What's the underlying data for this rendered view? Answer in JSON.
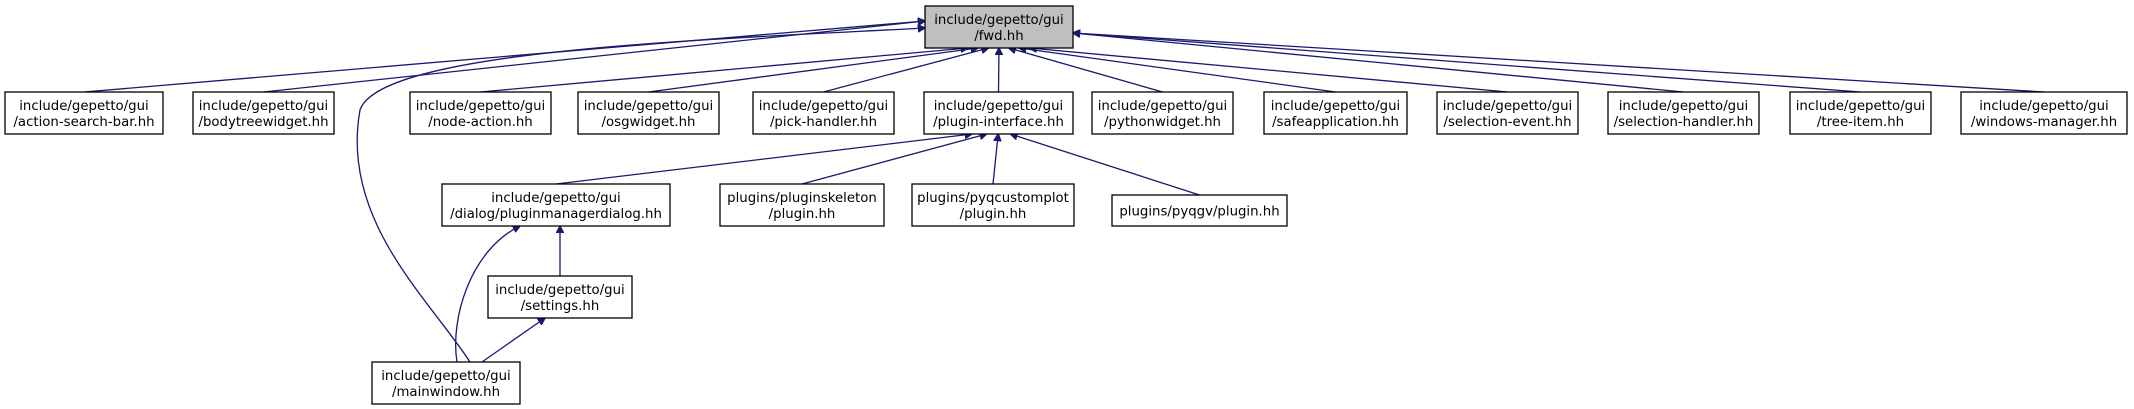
{
  "graph": {
    "type": "include-dependency-graph",
    "colors": {
      "root_fill": "#bfbfbf",
      "node_fill": "#ffffff",
      "node_stroke": "#000000",
      "edge": "#191970"
    },
    "nodes": [
      {
        "id": "fwd",
        "lines": [
          "include/gepetto/gui",
          "/fwd.hh"
        ],
        "root": true
      },
      {
        "id": "action",
        "lines": [
          "include/gepetto/gui",
          "/action-search-bar.hh"
        ]
      },
      {
        "id": "bodytree",
        "lines": [
          "include/gepetto/gui",
          "/bodytreewidget.hh"
        ]
      },
      {
        "id": "nodeaction",
        "lines": [
          "include/gepetto/gui",
          "/node-action.hh"
        ]
      },
      {
        "id": "osg",
        "lines": [
          "include/gepetto/gui",
          "/osgwidget.hh"
        ]
      },
      {
        "id": "pick",
        "lines": [
          "include/gepetto/gui",
          "/pick-handler.hh"
        ]
      },
      {
        "id": "plugin",
        "lines": [
          "include/gepetto/gui",
          "/plugin-interface.hh"
        ]
      },
      {
        "id": "python",
        "lines": [
          "include/gepetto/gui",
          "/pythonwidget.hh"
        ]
      },
      {
        "id": "safe",
        "lines": [
          "include/gepetto/gui",
          "/safeapplication.hh"
        ]
      },
      {
        "id": "selevent",
        "lines": [
          "include/gepetto/gui",
          "/selection-event.hh"
        ]
      },
      {
        "id": "selhandler",
        "lines": [
          "include/gepetto/gui",
          "/selection-handler.hh"
        ]
      },
      {
        "id": "tree",
        "lines": [
          "include/gepetto/gui",
          "/tree-item.hh"
        ]
      },
      {
        "id": "winmgr",
        "lines": [
          "include/gepetto/gui",
          "/windows-manager.hh"
        ]
      },
      {
        "id": "pmdialog",
        "lines": [
          "include/gepetto/gui",
          "/dialog/pluginmanagerdialog.hh"
        ]
      },
      {
        "id": "skel",
        "lines": [
          "plugins/pluginskeleton",
          "/plugin.hh"
        ]
      },
      {
        "id": "pyqcp",
        "lines": [
          "plugins/pyqcustomplot",
          "/plugin.hh"
        ]
      },
      {
        "id": "pyqgv",
        "lines": [
          "plugins/pyqgv/plugin.hh"
        ]
      },
      {
        "id": "settings",
        "lines": [
          "include/gepetto/gui",
          "/settings.hh"
        ]
      },
      {
        "id": "mainwin",
        "lines": [
          "include/gepetto/gui",
          "/mainwindow.hh"
        ]
      }
    ],
    "edges": [
      {
        "from": "action",
        "to": "fwd"
      },
      {
        "from": "bodytree",
        "to": "fwd"
      },
      {
        "from": "nodeaction",
        "to": "fwd"
      },
      {
        "from": "osg",
        "to": "fwd"
      },
      {
        "from": "pick",
        "to": "fwd"
      },
      {
        "from": "plugin",
        "to": "fwd"
      },
      {
        "from": "python",
        "to": "fwd"
      },
      {
        "from": "safe",
        "to": "fwd"
      },
      {
        "from": "selevent",
        "to": "fwd"
      },
      {
        "from": "selhandler",
        "to": "fwd"
      },
      {
        "from": "tree",
        "to": "fwd"
      },
      {
        "from": "winmgr",
        "to": "fwd"
      },
      {
        "from": "mainwin",
        "to": "fwd"
      },
      {
        "from": "pmdialog",
        "to": "plugin"
      },
      {
        "from": "skel",
        "to": "plugin"
      },
      {
        "from": "pyqcp",
        "to": "plugin"
      },
      {
        "from": "pyqgv",
        "to": "plugin"
      },
      {
        "from": "settings",
        "to": "pmdialog"
      },
      {
        "from": "mainwin",
        "to": "pmdialog"
      },
      {
        "from": "mainwin",
        "to": "settings"
      }
    ]
  }
}
